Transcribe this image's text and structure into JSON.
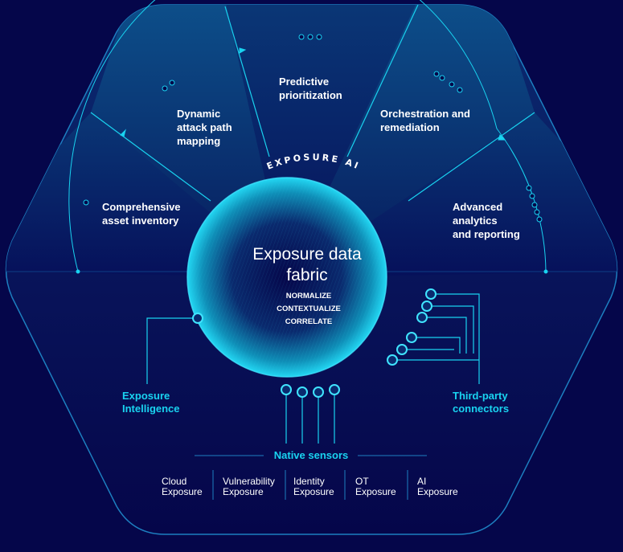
{
  "colors": {
    "background": "#05064a",
    "accent": "#19d3f0",
    "text": "#ffffff"
  },
  "ring_label": "EXPOSURE AI",
  "core": {
    "title_line1": "Exposure data",
    "title_line2": "fabric",
    "steps": [
      "NORMALIZE",
      "CONTEXTUALIZE",
      "CORRELATE"
    ]
  },
  "capabilities": [
    {
      "line1": "Comprehensive",
      "line2": "asset inventory"
    },
    {
      "line1": "Dynamic",
      "line2": "attack path",
      "line3": "mapping"
    },
    {
      "line1": "Predictive",
      "line2": "prioritization"
    },
    {
      "line1": "Orchestration and",
      "line2": "remediation"
    },
    {
      "line1": "Advanced",
      "line2": "analytics",
      "line3": "and reporting"
    }
  ],
  "inputs": {
    "exposure_intelligence": {
      "line1": "Exposure",
      "line2": "Intelligence"
    },
    "third_party": {
      "line1": "Third-party",
      "line2": "connectors"
    },
    "native_sensors": "Native sensors"
  },
  "sensors": [
    {
      "line1": "Cloud",
      "line2": "Exposure"
    },
    {
      "line1": "Vulnerability",
      "line2": "Exposure"
    },
    {
      "line1": "Identity",
      "line2": "Exposure"
    },
    {
      "line1": "OT",
      "line2": "Exposure"
    },
    {
      "line1": "AI",
      "line2": "Exposure"
    }
  ]
}
